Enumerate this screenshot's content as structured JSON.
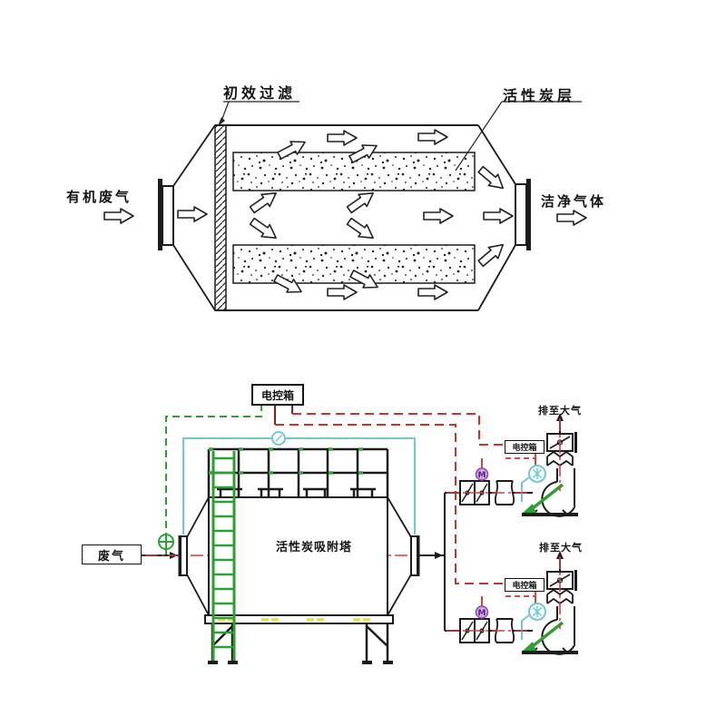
{
  "top_diagram": {
    "prefilter_label": "初效过滤",
    "carbon_layer_label": "活性炭层",
    "inlet_label": "有机废气",
    "outlet_label": "洁净气体"
  },
  "bottom_diagram": {
    "main_control_box_label": "电控箱",
    "waste_gas_label": "废气",
    "tower_label": "活性炭吸附塔",
    "fan_upper_control_box_label": "电控箱",
    "fan_lower_control_box_label": "电控箱",
    "exhaust_upper_label": "排至大气",
    "exhaust_lower_label": "排至大气",
    "motor_label": "M"
  },
  "icons": {
    "motor": "motor-icon",
    "fan_impeller": "fan-impeller-icon",
    "duct_damper": "duct-damper-icon",
    "flex_connector": "flex-connector-icon",
    "butterfly_valve": "valve-icon",
    "sensor": "sensor-icon",
    "flow_arrow": "flow-arrow-icon",
    "exhaust_arrow": "up-arrow-icon"
  },
  "colors": {
    "line_black": "#1c1c1c",
    "control_green": "#2f9f34",
    "sensor_cyan": "#74c7cc",
    "signal_red": "#c0392b",
    "signal_dark_red": "#8c1d22",
    "motor_purple": "#cfa6e0",
    "base_yellow": "#e5e53a"
  }
}
